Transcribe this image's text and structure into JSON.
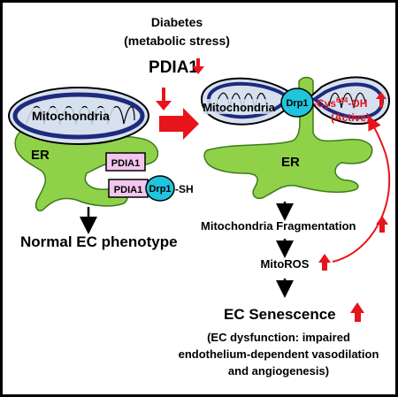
{
  "header": {
    "line1": "Diabetes",
    "line2": "(metabolic stress)",
    "protein": "PDIA1"
  },
  "left_panel": {
    "mito_label": "Mitochondria",
    "er_label": "ER",
    "pdia1_label": "PDIA1",
    "pdia1_complex_label": "PDIA1",
    "drp1_label": "Drp1",
    "drp1_suffix": "-SH",
    "outcome": "Normal EC phenotype"
  },
  "right_panel": {
    "mito_label": "Mitochondria",
    "drp1_label": "Drp1",
    "cys_prefix": "-Cys",
    "cys_sup": "644",
    "cys_suffix": "-OH",
    "active_label": "(Active)",
    "er_label": "ER"
  },
  "cascade": {
    "step1": "Mitochondria Fragmentation",
    "step2": "MitoROS",
    "step3": "EC Senescence",
    "note_line1": "(EC dysfunction: impaired",
    "note_line2": "endothelium-dependent vasodilation",
    "note_line3": "and angiogenesis)"
  },
  "colors": {
    "er_green": "#8fd24a",
    "pdia1_pink": "#f3c6ef",
    "drp1_cyan": "#20c4dc",
    "red": "#e8141c",
    "mito_fill": "#d7e0ef"
  },
  "icons": {
    "up": "up-arrow-icon",
    "down": "down-arrow-icon",
    "right": "right-arrow-icon"
  }
}
